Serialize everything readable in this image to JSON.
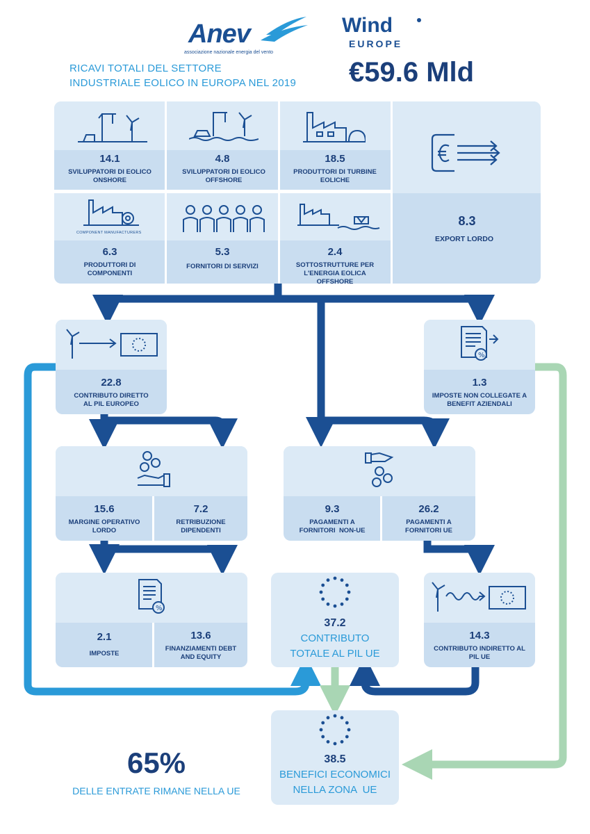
{
  "logos": {
    "anev_name": "Anev",
    "anev_tagline": "associazione nazionale energia del vento",
    "wind_name": "Wind",
    "wind_sub": "EUROPE"
  },
  "header": {
    "title_line1": "RICAVI TOTALI DEL SETTORE",
    "title_line2": "INDUSTRIALE EOLICO IN EUROPA NEL 2019",
    "total": "€59.6 Mld"
  },
  "revenue": {
    "onshore": {
      "value": "14.1",
      "label": "SVILUPPATORI DI EOLICO ONSHORE"
    },
    "offshore": {
      "value": "4.8",
      "label": "SVILUPPATORI DI EOLICO OFFSHORE"
    },
    "turbines": {
      "value": "18.5",
      "label": "PRODUTTORI DI TURBINE EOLICHE"
    },
    "components": {
      "value": "6.3",
      "label": "PRODUTTORI DI COMPONENTI",
      "icon_caption": "COMPONENT MANUFACTURERS"
    },
    "services": {
      "value": "5.3",
      "label": "FORNITORI DI SERVIZI"
    },
    "substructures": {
      "value": "2.4",
      "label": "SOTTOSTRUTTURE PER L'ENERGIA EOLICA OFFSHORE"
    },
    "export": {
      "value": "8.3",
      "label": "EXPORT LORDO"
    }
  },
  "direct": {
    "value": "22.8",
    "label": "CONTRIBUTO DIRETTO AL PIL EUROPEO"
  },
  "taxes_nonbenefit": {
    "value": "1.3",
    "label": "IMPOSTE NON COLLEGATE A BENEFIT AZIENDALI"
  },
  "margin": {
    "value": "15.6",
    "label": "MARGINE OPERATIVO LORDO"
  },
  "salaries": {
    "value": "7.2",
    "label": "RETRIBUZIONE DIPENDENTI"
  },
  "payments_nonue": {
    "value": "9.3",
    "label_a": "PAGAMENTI A",
    "label_b": "FORNITORI",
    "label_c": "NON-UE"
  },
  "payments_ue": {
    "value": "26.2",
    "label": "PAGAMENTI A FORNITORI UE"
  },
  "taxes": {
    "value": "2.1",
    "label": "IMPOSTE"
  },
  "financing": {
    "value": "13.6",
    "label": "FINANZIAMENTI DEBT AND EQUITY"
  },
  "total_contrib": {
    "value": "37.2",
    "label_line1": "CONTRIBUTO",
    "label_line2": "TOTALE AL PIL UE"
  },
  "indirect": {
    "value": "14.3",
    "label": "CONTRIBUTO INDIRETTO AL PIL UE"
  },
  "benefits": {
    "value": "38.5",
    "label_line1": "BENEFICI ECONOMICI",
    "label_line2": "NELLA ZONA  UE"
  },
  "summary": {
    "percent": "65%",
    "text": "DELLE ENTRATE RIMANE NELLA UE"
  },
  "colors": {
    "dark_blue": "#1b4f93",
    "mid_blue": "#2a9ad8",
    "green": "#a9d6b4",
    "box": "#c9ddf0",
    "box_top": "#dceaf6"
  }
}
